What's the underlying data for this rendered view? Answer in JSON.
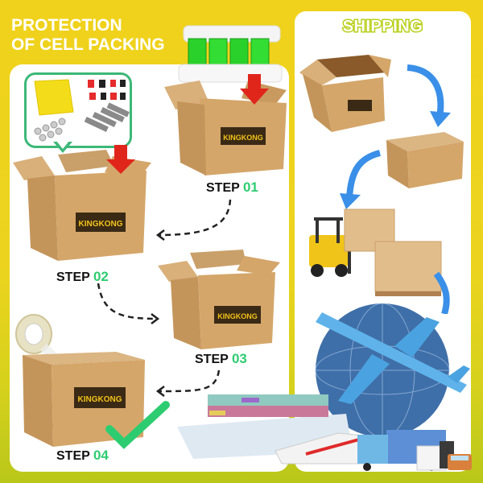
{
  "header": {
    "title_line1": "PROTECTION",
    "title_line2": "OF CELL PACKING",
    "shipping_title": "SHIPPING"
  },
  "steps": [
    {
      "label": "STEP",
      "number": "01"
    },
    {
      "label": "STEP",
      "number": "02"
    },
    {
      "label": "STEP",
      "number": "03"
    },
    {
      "label": "STEP",
      "number": "04"
    }
  ],
  "brand": {
    "box_logo": "KINGKONG"
  },
  "icons": {
    "cell-battery": "battery-cells-icon",
    "accessories": "accessories-icon",
    "tape": "tape-roll-icon",
    "check": "checkmark-icon",
    "forklift": "forklift-icon",
    "plane": "airplane-icon",
    "globe": "globe-icon",
    "ship": "cargo-ship-icon",
    "train": "train-icon",
    "truck": "truck-icon",
    "van": "van-icon",
    "car": "car-icon"
  },
  "colors": {
    "background": "#f0d21c",
    "background_bottom": "#b9c71a",
    "step_number": "#2ecc71",
    "arrow_red": "#e0261b",
    "arrow_blue": "#3a8fe8",
    "bubble_border": "#3cb878",
    "cardboard": "#d4a66a"
  }
}
